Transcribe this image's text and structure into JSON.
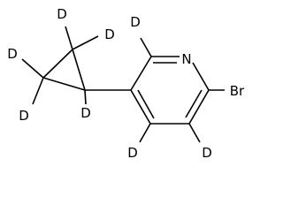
{
  "molecule": {
    "atoms": {
      "N1": "N",
      "Br": "Br",
      "D_ring_c6": "D",
      "D_ring_c4": "D",
      "D_ring_c3": "D",
      "D_cp_ch": "D",
      "D_cp_ch2a_1": "D",
      "D_cp_ch2a_2": "D",
      "D_cp_ch2b_1": "D",
      "D_cp_ch2b_2": "D"
    }
  }
}
